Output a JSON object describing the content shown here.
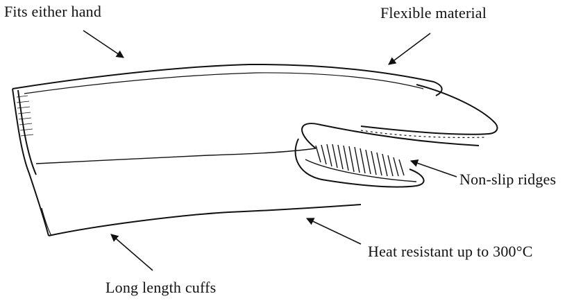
{
  "labels": {
    "fits_either_hand": "Fits either hand",
    "flexible_material": "Flexible material",
    "non_slip_ridges": "Non-slip ridges",
    "heat_resistant": "Heat resistant up to 300°C",
    "long_length_cuffs": "Long length cuffs"
  },
  "colors": {
    "ink": "#111111",
    "paper": "#ffffff"
  }
}
